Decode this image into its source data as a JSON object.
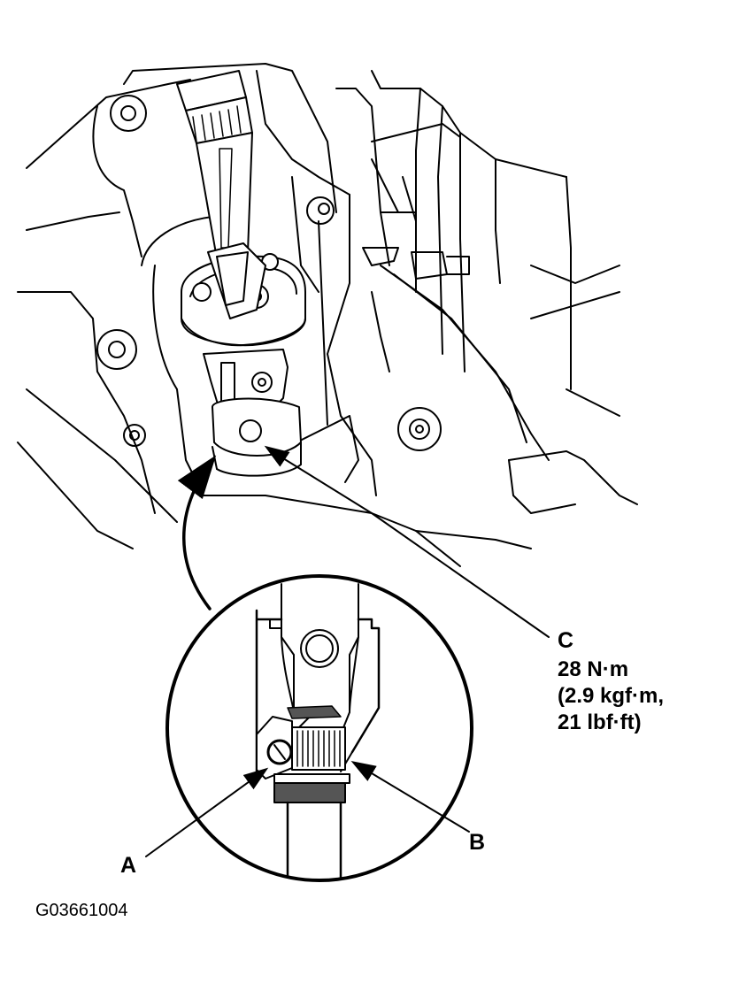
{
  "callouts": {
    "a": "A",
    "b": "B",
    "c": "C"
  },
  "torque": {
    "line1": "28 N·m",
    "line2": "(2.9 kgf·m,",
    "line3": "21 lbf·ft)"
  },
  "figure_code": "G03661004",
  "colors": {
    "ink": "#000000",
    "paper": "#ffffff",
    "shade": "#555555"
  }
}
